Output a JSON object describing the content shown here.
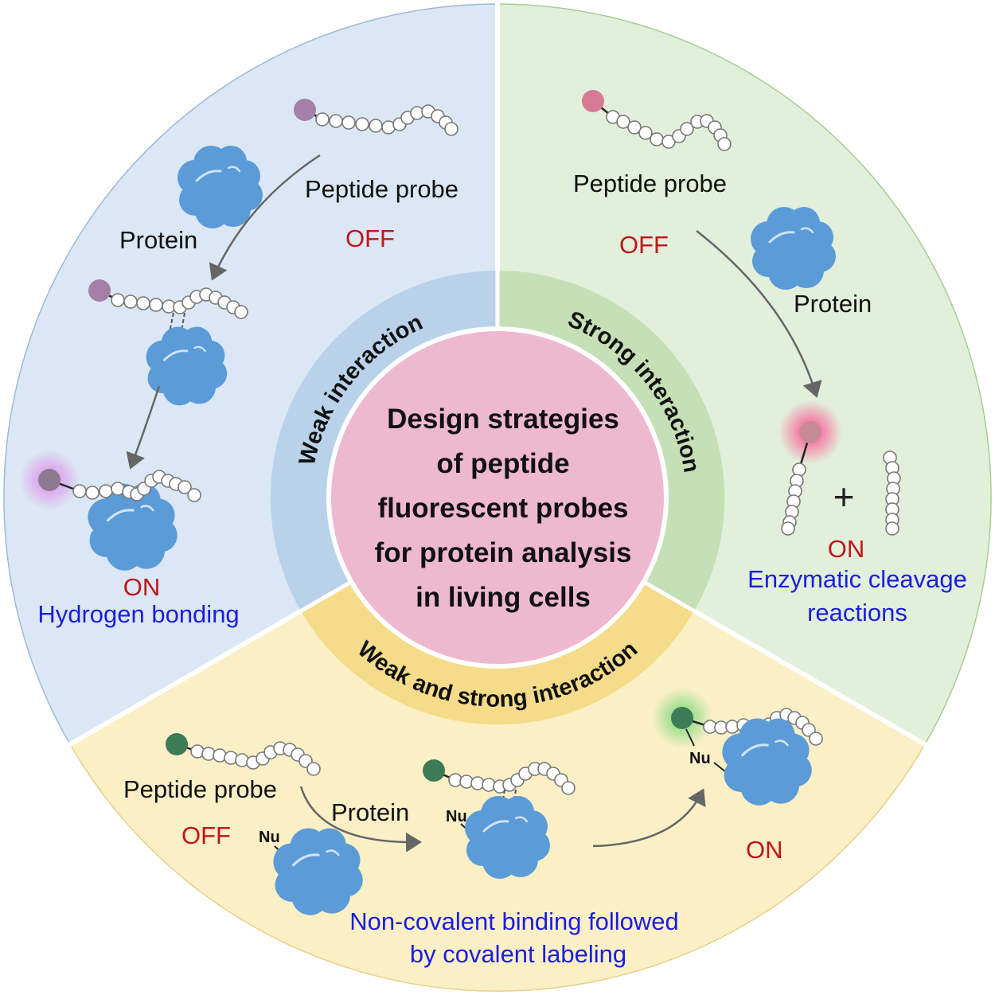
{
  "title": "Design strategies of peptide fluorescent probes for protein analysis in living cells",
  "center": {
    "lines": [
      "Design strategies",
      "of peptide",
      "fluorescent probes",
      "for protein analysis",
      "in living cells"
    ],
    "color": "#eeb8cf"
  },
  "ring_labels": {
    "weak": "Weak interaction",
    "strong": "Strong interaction",
    "both": "Weak and strong interaction"
  },
  "sectors": {
    "weak": {
      "bg": "#dbe7f4",
      "ring": "#b9d2ea",
      "peptide_label": "Peptide probe",
      "protein_label": "Protein",
      "off_label": "OFF",
      "on_label": "ON",
      "mechanism": "Hydrogen bonding"
    },
    "strong": {
      "bg": "#e2efda",
      "ring": "#c5dfb6",
      "peptide_label": "Peptide probe",
      "protein_label": "Protein",
      "off_label": "OFF",
      "on_label": "ON",
      "plus": "+",
      "mechanism_lines": [
        "Enzymatic cleavage",
        "reactions"
      ]
    },
    "both": {
      "bg": "#fbefc6",
      "ring": "#f5dc8a",
      "peptide_label": "Peptide probe",
      "protein_label": "Protein",
      "off_label": "OFF",
      "on_label": "ON",
      "nu_label": "Nu",
      "mechanism_lines": [
        "Non-covalent binding followed",
        "by covalent labeling"
      ]
    }
  },
  "colors": {
    "off_on_red": "#c0161b",
    "mechanism_blue": "#1a1ee0",
    "protein_blue": "#5b9bd8",
    "fluor_purple": "#a47fa8",
    "fluor_pink": "#d77b94",
    "fluor_green": "#3d7a56"
  }
}
